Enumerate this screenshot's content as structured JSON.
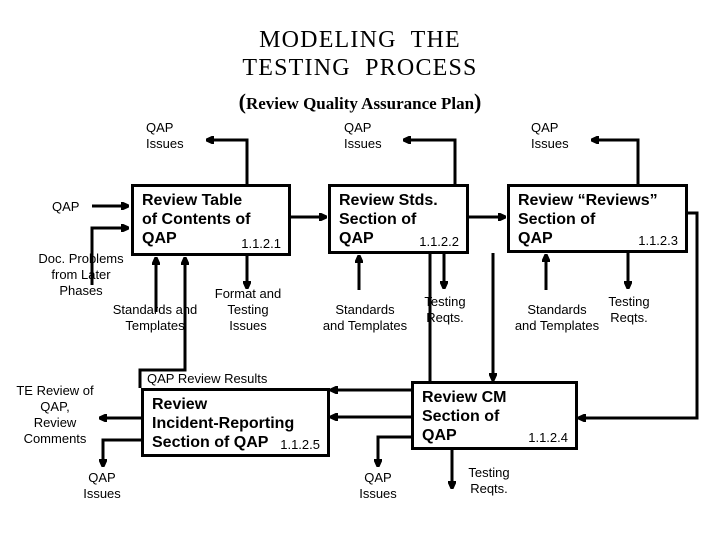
{
  "title": {
    "line1": "MODELING  THE",
    "line2": "TESTING  PROCESS",
    "subtitle_open": "(",
    "subtitle_text": "Review Quality Assurance Plan",
    "subtitle_close": ")"
  },
  "boxes": [
    {
      "id": "review-table-of-contents",
      "title": "Review Table\nof Contents of\nQAP",
      "number": "1.1.2.1"
    },
    {
      "id": "review-stds-section",
      "title": "Review Stds.\nSection of\nQAP",
      "number": "1.1.2.2"
    },
    {
      "id": "review-reviews-section",
      "title": "Review “Reviews”\nSection of\nQAP",
      "number": "1.1.2.3"
    },
    {
      "id": "review-cm-section",
      "title": "Review CM\nSection of\nQAP",
      "number": "1.1.2.4"
    },
    {
      "id": "review-incident-reporting-section",
      "title": "Review\nIncident-Reporting\nSection of QAP",
      "number": "1.1.2.5"
    }
  ],
  "labels": {
    "qap_issues_1": "QAP\nIssues",
    "qap_issues_2": "QAP\nIssues",
    "qap_issues_3": "QAP\nIssues",
    "qap_issues_4": "QAP\nIssues",
    "qap_issues_5": "QAP\nIssues",
    "qap_input": "QAP",
    "doc_problems": "Doc. Problems\nfrom Later\nPhases",
    "standards_templates_1": "Standards and\nTemplates",
    "format_testing_issues": "Format and\nTesting\nIssues",
    "standards_templates_2": "Standards\nand Templates",
    "standards_templates_3": "Standards\nand Templates",
    "testing_reqts_1": "Testing\nReqts.",
    "testing_reqts_2": "Testing\nReqts.",
    "testing_reqts_3": "Testing\nReqts.",
    "qap_review_results": "QAP Review Results",
    "te_review": "TE Review of\nQAP,\nReview\nComments"
  },
  "colors": {
    "ink": "#000000",
    "paper": "#ffffff"
  }
}
